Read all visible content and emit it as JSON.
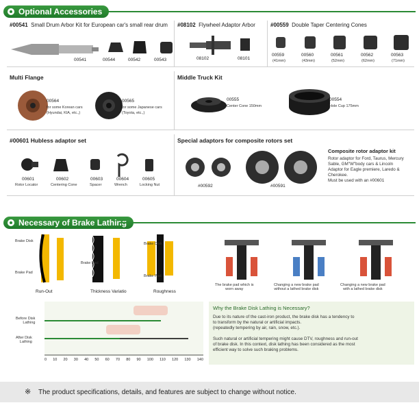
{
  "headers": {
    "optional": "Optional Accessories",
    "lathing": "Necessary of Brake Lathing"
  },
  "sec1": {
    "code": "#00541",
    "title": "Small Drum Arbor Kit for European car's small rear drum",
    "parts": [
      "00541",
      "00544",
      "00542",
      "00543"
    ]
  },
  "sec2": {
    "code": "#08102",
    "title": "Flywheel Adaptor Arbor",
    "parts": [
      "08102",
      "08101"
    ]
  },
  "sec3": {
    "code": "#00559",
    "title": "Double Taper Centering Cones",
    "parts": [
      {
        "code": "00559",
        "size": "(41mm)"
      },
      {
        "code": "00560",
        "size": "(43mm)"
      },
      {
        "code": "00561",
        "size": "(52mm)"
      },
      {
        "code": "00562",
        "size": "(62mm)"
      },
      {
        "code": "00563",
        "size": "(71mm)"
      }
    ]
  },
  "multi": {
    "title": "Multi Flange",
    "a_code": "00564",
    "a_l1": "for some Korean cars",
    "a_l2": "(Hyundai, KIA, etc.,)",
    "b_code": "00565",
    "b_l1": "for some Japanese cars",
    "b_l2": "(Toyota, etc.,)"
  },
  "truck": {
    "title": "Middle Truck Kit",
    "a_code": "00555",
    "a_desc": "Center Cone 150mm",
    "b_code": "00554",
    "b_desc": "Hole Cup 175mm"
  },
  "hubless": {
    "title": "#00601 Hubless adaptor set",
    "parts": [
      {
        "code": "00601",
        "name": "Rotor Locator"
      },
      {
        "code": "00602",
        "name": "Centering Cone"
      },
      {
        "code": "00603",
        "name": "Spacer"
      },
      {
        "code": "00604",
        "name": "Wrench"
      },
      {
        "code": "00605",
        "name": "Locking Nut"
      }
    ]
  },
  "composite": {
    "title": "Special adaptors for composite rotors set",
    "a_code": "#00592",
    "b_code": "#00591",
    "kit_title": "Composite rotor adaptor kit",
    "kit_lines": [
      "Rotor adaptor for Ford, Taurus, Mercury",
      "Sable, GM\"W\"body cars & Lincoln",
      "Adaptor for Eagle premiere, Laredo &",
      "Cherokee.",
      "Must be used with an #00601"
    ]
  },
  "lathing": {
    "diagrams": [
      "Run-Out",
      "Thickness Variatio",
      "Roughness"
    ],
    "disc_label": "Brake Disk",
    "pad_label": "Brake Pad",
    "pads": [
      {
        "l1": "The brake pad which is",
        "l2": "worn away"
      },
      {
        "l1": "Changing a new brake pad",
        "l2": "without a lathed brake disk"
      },
      {
        "l1": "Changing a new brake pad",
        "l2": "with a lathed brake disk"
      }
    ],
    "timeline": {
      "before": [
        "Before Disk",
        "Lathing"
      ],
      "after": [
        "After Disk",
        "Lathing"
      ],
      "ticks": [
        "0",
        "10",
        "20",
        "30",
        "40",
        "50",
        "60",
        "70",
        "80",
        "90",
        "100",
        "110",
        "120",
        "130",
        "140"
      ]
    },
    "why_title": "Why the Brake Disk Lathing is Necessary?",
    "para1": [
      "Due to its nature of the cast-iron product, the brake disk has a tendency to",
      "to transform by the natural or artificial impacts.",
      "(repeatedly tempering by air, rain, snow, etc.)."
    ],
    "para2": [
      "Such natural or artificial tempering might cause DTV, roughness and run-out",
      "of brake disk. In this context, disk lathing has been considered as the most",
      "efficient way to solve such braking problems."
    ]
  },
  "footer": {
    "mark": "※",
    "text": "The product specifications, details, and features are subject to change without notice."
  }
}
